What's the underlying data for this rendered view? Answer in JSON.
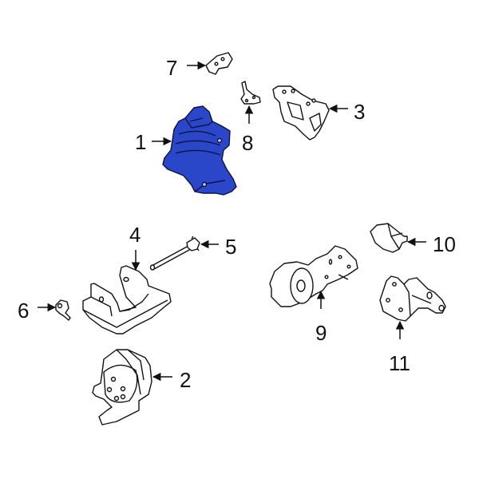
{
  "diagram": {
    "type": "exploded-parts-diagram",
    "highlight_color": "#2b47c9",
    "line_color": "#111111",
    "background": "#ffffff",
    "callouts": [
      {
        "id": "1",
        "label": "1",
        "highlighted": true
      },
      {
        "id": "2",
        "label": "2",
        "highlighted": false
      },
      {
        "id": "3",
        "label": "3",
        "highlighted": false
      },
      {
        "id": "4",
        "label": "4",
        "highlighted": false
      },
      {
        "id": "5",
        "label": "5",
        "highlighted": false
      },
      {
        "id": "6",
        "label": "6",
        "highlighted": false
      },
      {
        "id": "7",
        "label": "7",
        "highlighted": false
      },
      {
        "id": "8",
        "label": "8",
        "highlighted": false
      },
      {
        "id": "9",
        "label": "9",
        "highlighted": false
      },
      {
        "id": "10",
        "label": "10",
        "highlighted": false
      },
      {
        "id": "11",
        "label": "11",
        "highlighted": false
      }
    ]
  }
}
